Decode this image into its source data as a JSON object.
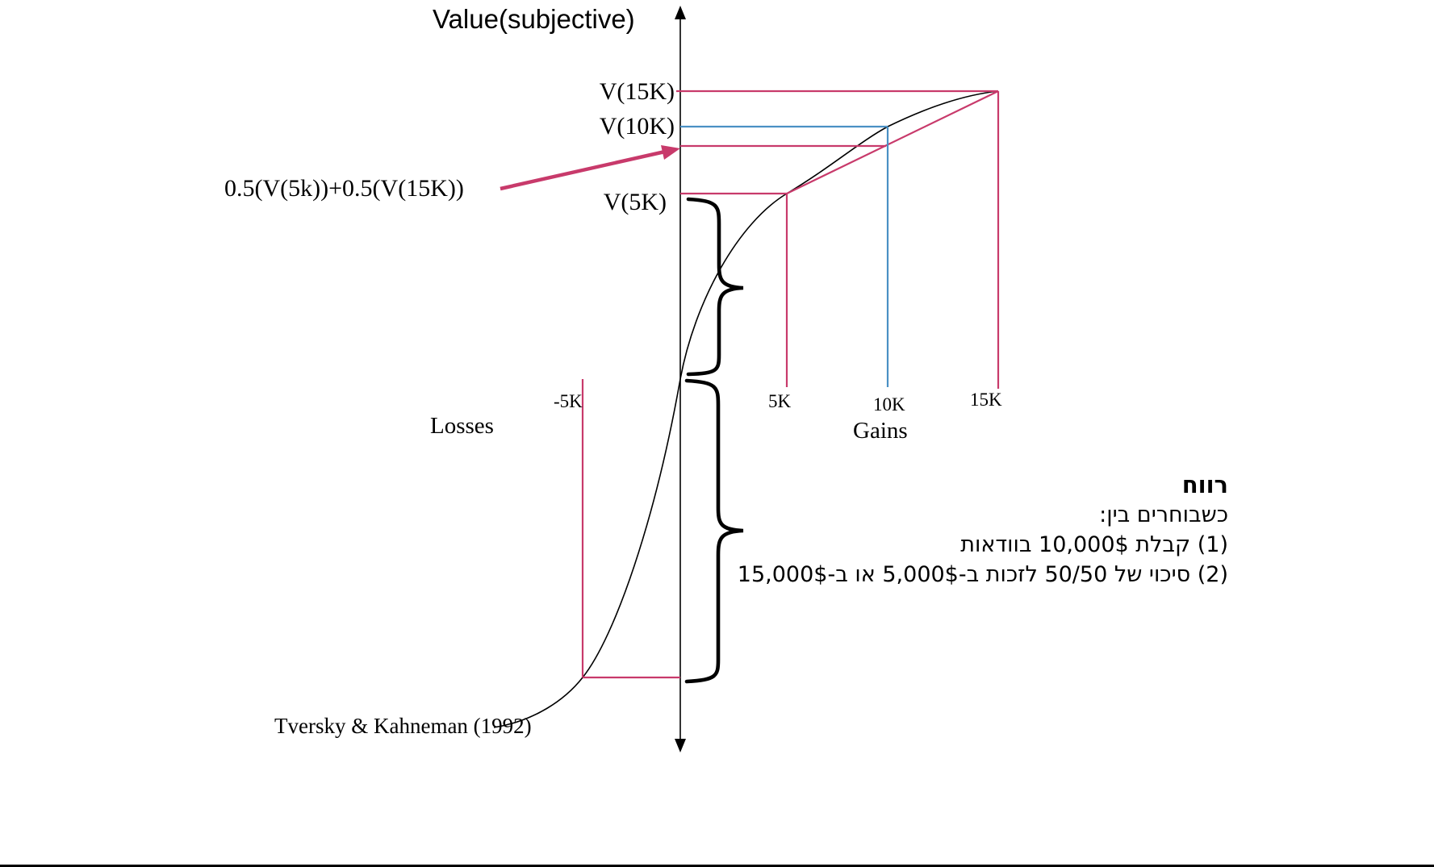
{
  "title": "Value(subjective)",
  "colors": {
    "pink": "#c83a6b",
    "blue": "#4a90c4"
  },
  "axis": {
    "y_label": "Value(subjective)",
    "losses_label": "Losses",
    "gains_label": "Gains",
    "x_ticks": [
      "-5K",
      "5K",
      "10K",
      "15K"
    ]
  },
  "value_labels": {
    "v15k": "V(15K)",
    "v10k": "V(10K)",
    "v5k": "V(5K)",
    "expected": "0.5(V(5k))+0.5(V(15K))"
  },
  "citation": "Tversky & Kahneman (1992)",
  "hebrew": {
    "heading": "רווח",
    "line1": "כשבוחרים בין:",
    "line2": "(1) קבלת 10,000$ בוודאות",
    "line3": "(2) סיכוי של 50/50 לזכות ב-5,000$ או ב-15,000$"
  },
  "figure": {
    "type": "prospect-theory-value-function",
    "reference_points": [
      {
        "x": "-5K"
      },
      {
        "x": "5K",
        "value_label": "V(5K)"
      },
      {
        "x": "10K",
        "value_label": "V(10K)"
      },
      {
        "x": "15K",
        "value_label": "V(15K)"
      }
    ],
    "expected_value_label": "0.5(V(5k))+0.5(V(15K))"
  }
}
